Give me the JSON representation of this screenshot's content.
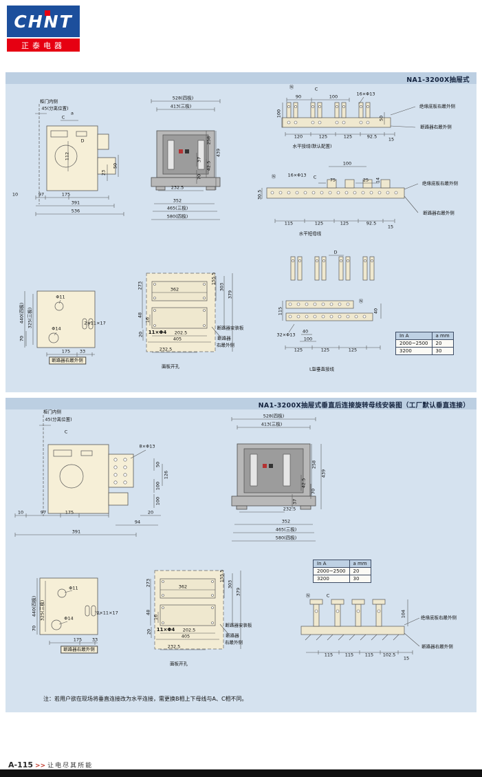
{
  "header": {
    "logo_text": "CHNT",
    "brand_text": "正泰电器"
  },
  "section1": {
    "title": "NA1-3200X抽屉式",
    "labels": [
      [
        "柜门内侧",
        63,
        43
      ],
      [
        "45(分离位置)",
        72,
        53
      ],
      [
        "C",
        84,
        66
      ],
      [
        "a",
        97,
        60
      ],
      [
        "D",
        112,
        100
      ],
      [
        "112",
        90,
        122,
        -90
      ],
      [
        "23",
        143,
        146,
        -90
      ],
      [
        "50",
        160,
        136,
        -90
      ],
      [
        "10",
        14,
        178
      ],
      [
        "97",
        52,
        178
      ],
      [
        "175",
        88,
        178
      ],
      [
        "391",
        102,
        190
      ],
      [
        "536",
        102,
        202
      ],
      [
        "528(四极)",
        258,
        38
      ],
      [
        "413(三极)",
        255,
        50
      ],
      [
        "258",
        296,
        99,
        -90
      ],
      [
        "439",
        310,
        117,
        -90
      ],
      [
        "37",
        282,
        127,
        -90
      ],
      [
        "42.5",
        296,
        136,
        -90
      ],
      [
        "70",
        282,
        152,
        -90
      ],
      [
        "232.5",
        250,
        168
      ],
      [
        "352",
        250,
        187
      ],
      [
        "465(三极)",
        250,
        198
      ],
      [
        "580(四极)",
        250,
        210
      ],
      [
        "Ⓝ",
        416,
        22
      ],
      [
        "C",
        452,
        25
      ],
      [
        "90",
        426,
        36
      ],
      [
        "100",
        477,
        36
      ],
      [
        "16×Φ13",
        524,
        32
      ],
      [
        "100",
        398,
        60,
        -90
      ],
      [
        "50",
        547,
        67,
        -90
      ],
      [
        "120",
        426,
        94
      ],
      [
        "125",
        462,
        94
      ],
      [
        "125",
        498,
        94
      ],
      [
        "92.5",
        533,
        94
      ],
      [
        "15",
        561,
        98
      ],
      [
        "绝缘底板右最外侧",
        628,
        50
      ],
      [
        "断路器右最外侧",
        626,
        80
      ],
      [
        "水平接线(默认配置)",
        446,
        108
      ],
      [
        "Ⓝ",
        390,
        152
      ],
      [
        "16×Φ13",
        424,
        150
      ],
      [
        "C",
        450,
        153
      ],
      [
        "100",
        497,
        133
      ],
      [
        "75",
        476,
        157
      ],
      [
        "25",
        524,
        157
      ],
      [
        "14",
        542,
        157,
        -90
      ],
      [
        "30.5",
        370,
        178,
        -90
      ],
      [
        "115",
        412,
        220
      ],
      [
        "125",
        456,
        220
      ],
      [
        "125",
        493,
        220
      ],
      [
        "92.5",
        532,
        220
      ],
      [
        "15",
        560,
        225
      ],
      [
        "绝缘底板右最外侧",
        632,
        162
      ],
      [
        "断路器右最外侧",
        630,
        205
      ],
      [
        "水平短母线",
        443,
        235
      ],
      [
        "Φ11",
        80,
        327
      ],
      [
        "Φ14",
        74,
        373
      ],
      [
        "2×11×17",
        130,
        365
      ],
      [
        "440(四极)",
        24,
        350,
        -90
      ],
      [
        "325(三极)",
        36,
        357,
        -90
      ],
      [
        "70",
        24,
        387,
        -90
      ],
      [
        "175",
        88,
        406
      ],
      [
        "33",
        112,
        406
      ],
      [
        "断路器右最外侧",
        90,
        419,
        0,
        "box"
      ],
      [
        "273",
        196,
        310,
        -90
      ],
      [
        "362",
        246,
        316
      ],
      [
        "155.5",
        303,
        300,
        -90
      ],
      [
        "303",
        315,
        312,
        -90
      ],
      [
        "379",
        327,
        323,
        -90
      ],
      [
        "48",
        196,
        353,
        -90
      ],
      [
        "16",
        207,
        360,
        -90
      ],
      [
        "20",
        197,
        381,
        -90
      ],
      [
        "11×Φ4",
        221,
        379,
        0,
        "bold"
      ],
      [
        "202.5",
        255,
        379
      ],
      [
        "405",
        250,
        388
      ],
      [
        "232.5",
        233,
        403
      ],
      [
        "断路器安装板",
        327,
        372
      ],
      [
        "断路器",
        318,
        387
      ],
      [
        "右最外侧",
        320,
        397
      ],
      [
        "面板开孔",
        240,
        428
      ],
      [
        "D",
        480,
        262
      ],
      [
        "Ⓝ",
        517,
        333
      ],
      [
        "115",
        400,
        347,
        -90
      ],
      [
        "32×Φ13",
        408,
        382
      ],
      [
        "40",
        436,
        377
      ],
      [
        "100",
        440,
        388
      ],
      [
        "125",
        426,
        404
      ],
      [
        "125",
        465,
        404
      ],
      [
        "125",
        505,
        404
      ],
      [
        "40",
        539,
        347,
        -90
      ],
      [
        "L型垂直接线",
        460,
        432
      ]
    ]
  },
  "section2": {
    "title": "NA1-3200X抽屉式垂直后连接旋转母线安装图（工厂默认垂直连接）",
    "note": "注：若用户欲在现场将垂直连接改为水平连接，需更换B相上下母线与A、C相不同。",
    "labels": [
      [
        "柜门内侧",
        68,
        21
      ],
      [
        "45(分离位置)",
        77,
        32
      ],
      [
        "C",
        88,
        50
      ],
      [
        "8×Φ13",
        206,
        71
      ],
      [
        "50",
        222,
        97,
        -90
      ],
      [
        "126",
        234,
        112,
        -90
      ],
      [
        "100",
        222,
        128,
        -90
      ],
      [
        "100",
        222,
        150,
        -90
      ],
      [
        "10",
        22,
        167
      ],
      [
        "97",
        55,
        167
      ],
      [
        "175",
        93,
        167
      ],
      [
        "20",
        211,
        167
      ],
      [
        "94",
        192,
        181
      ],
      [
        "391",
        103,
        195
      ],
      [
        "528(四极)",
        390,
        27
      ],
      [
        "413(三极)",
        387,
        39
      ],
      [
        "258",
        449,
        97,
        -90
      ],
      [
        "439",
        463,
        110,
        -90
      ],
      [
        "42.5",
        434,
        124,
        -90
      ],
      [
        "70",
        448,
        136,
        -90
      ],
      [
        "37",
        421,
        151,
        -90
      ],
      [
        "232.5",
        413,
        162
      ],
      [
        "352",
        408,
        180
      ],
      [
        "465(三极)",
        408,
        192
      ],
      [
        "580(四极)",
        408,
        204
      ],
      [
        "Φ11",
        99,
        277
      ],
      [
        "Φ14",
        92,
        321
      ],
      [
        "2×11×17",
        148,
        313
      ],
      [
        "440(四极)",
        42,
        303,
        -90
      ],
      [
        "325(三极)",
        54,
        309,
        -90
      ],
      [
        "70",
        42,
        335,
        -90
      ],
      [
        "175",
        105,
        352
      ],
      [
        "33",
        130,
        352
      ],
      [
        "断路器右最外侧",
        107,
        366,
        0,
        "box"
      ],
      [
        "273",
        208,
        269,
        -90
      ],
      [
        "362",
        258,
        275
      ],
      [
        "155.5",
        315,
        259,
        -90
      ],
      [
        "303",
        327,
        271,
        -90
      ],
      [
        "379",
        339,
        282,
        -90
      ],
      [
        "48",
        208,
        312,
        -90
      ],
      [
        "16",
        219,
        319,
        -90
      ],
      [
        "20",
        209,
        340,
        -90
      ],
      [
        "11×Φ4",
        233,
        338,
        0,
        "bold"
      ],
      [
        "202.5",
        267,
        338
      ],
      [
        "405",
        262,
        347
      ],
      [
        "232.5",
        245,
        362
      ],
      [
        "断路器安装板",
        339,
        331
      ],
      [
        "断路器",
        330,
        346
      ],
      [
        "右最外侧",
        332,
        356
      ],
      [
        "面板开孔",
        252,
        387
      ],
      [
        "Ⓝ",
        440,
        288
      ],
      [
        "C",
        469,
        288
      ],
      [
        "104",
        579,
        314,
        -90
      ],
      [
        "115",
        470,
        374
      ],
      [
        "115",
        500,
        374
      ],
      [
        "115",
        529,
        374
      ],
      [
        "102.5",
        558,
        374
      ],
      [
        "15",
        583,
        379
      ],
      [
        "绝缘底板右最外侧",
        630,
        320
      ],
      [
        "断路器右最外侧",
        628,
        362
      ]
    ]
  },
  "spec_table": {
    "headers": [
      "In A",
      "a mm"
    ],
    "rows": [
      [
        "2000~2500",
        "20"
      ],
      [
        "3200",
        "30"
      ]
    ]
  },
  "footer": {
    "page": "A-115",
    "chevrons": ">>",
    "slogan": "让电尽其所能"
  }
}
